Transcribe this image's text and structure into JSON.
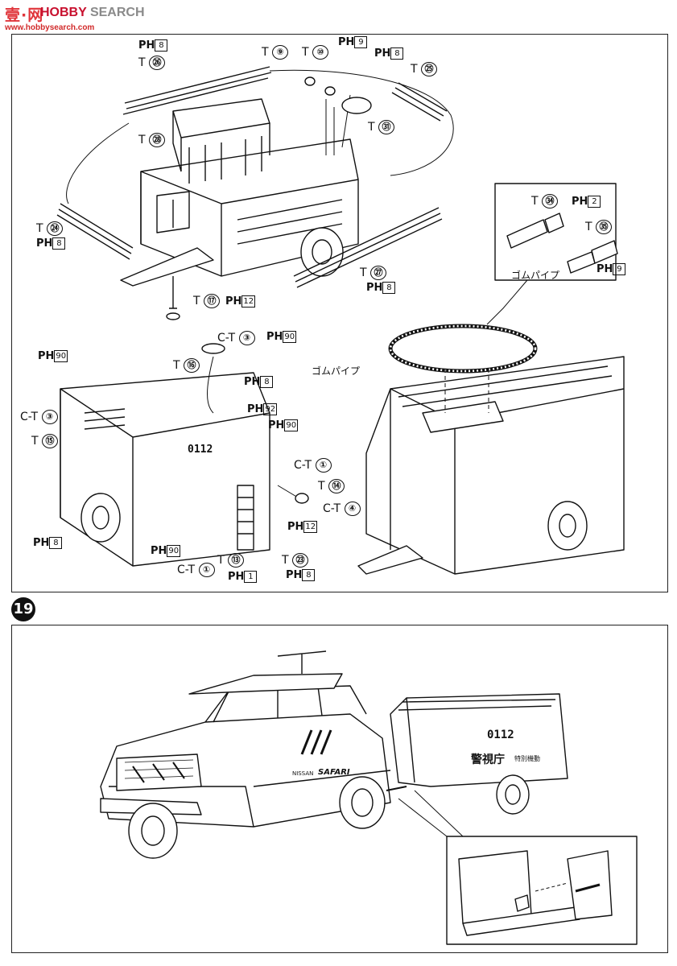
{
  "watermark": {
    "logo": "壹·网",
    "brand_a": "HOBBY",
    "brand_b": " SEARCH",
    "url": "www.hobbysearch.com"
  },
  "step_number": "19",
  "parts": [
    {
      "prefix": "T",
      "num": "⑨"
    },
    {
      "prefix": "T",
      "num": "⑩"
    },
    {
      "prefix": "PH",
      "num": "9"
    },
    {
      "prefix": "PH",
      "num": "8"
    },
    {
      "prefix": "T",
      "num": "㉕"
    },
    {
      "prefix": "PH",
      "num": "8"
    },
    {
      "prefix": "T",
      "num": "㉖"
    },
    {
      "prefix": "T",
      "num": "㉘"
    },
    {
      "prefix": "T",
      "num": "㉛"
    },
    {
      "prefix": "T",
      "num": "㉔"
    },
    {
      "prefix": "PH",
      "num": "8"
    },
    {
      "prefix": "T",
      "num": "㉗"
    },
    {
      "prefix": "PH",
      "num": "8"
    },
    {
      "prefix": "T",
      "num": "⑰"
    },
    {
      "prefix": "PH",
      "num": "12"
    },
    {
      "prefix": "T",
      "num": "㉞"
    },
    {
      "prefix": "PH",
      "num": "2"
    },
    {
      "prefix": "T",
      "num": "㉟"
    },
    {
      "prefix": "PH",
      "num": "9"
    },
    {
      "prefix": "C-T",
      "num": "③"
    },
    {
      "prefix": "PH",
      "num": "90"
    },
    {
      "prefix": "T",
      "num": "⑯"
    },
    {
      "prefix": "PH",
      "num": "8"
    },
    {
      "prefix": "PH",
      "num": "90"
    },
    {
      "prefix": "C-T",
      "num": "③"
    },
    {
      "prefix": "T",
      "num": "⑮"
    },
    {
      "prefix": "PH",
      "num": "92"
    },
    {
      "prefix": "PH",
      "num": "90"
    },
    {
      "prefix": "C-T",
      "num": "①"
    },
    {
      "prefix": "T",
      "num": "⑭"
    },
    {
      "prefix": "C-T",
      "num": "④"
    },
    {
      "prefix": "PH",
      "num": "12"
    },
    {
      "prefix": "PH",
      "num": "8"
    },
    {
      "prefix": "PH",
      "num": "90"
    },
    {
      "prefix": "C-T",
      "num": "①"
    },
    {
      "prefix": "T",
      "num": "⑬"
    },
    {
      "prefix": "PH",
      "num": "1"
    },
    {
      "prefix": "T",
      "num": "㉓"
    },
    {
      "prefix": "PH",
      "num": "8"
    }
  ],
  "hose_label_1": "ゴムパイプ",
  "hose_label_2": "ゴムパイプ",
  "trailer_number": "0112",
  "vehicle_number": "0112",
  "door_marking": "警視庁",
  "door_marking_sub": "特別機動",
  "car_badge": "SAFARI",
  "car_badge_pre": "NISSAN"
}
